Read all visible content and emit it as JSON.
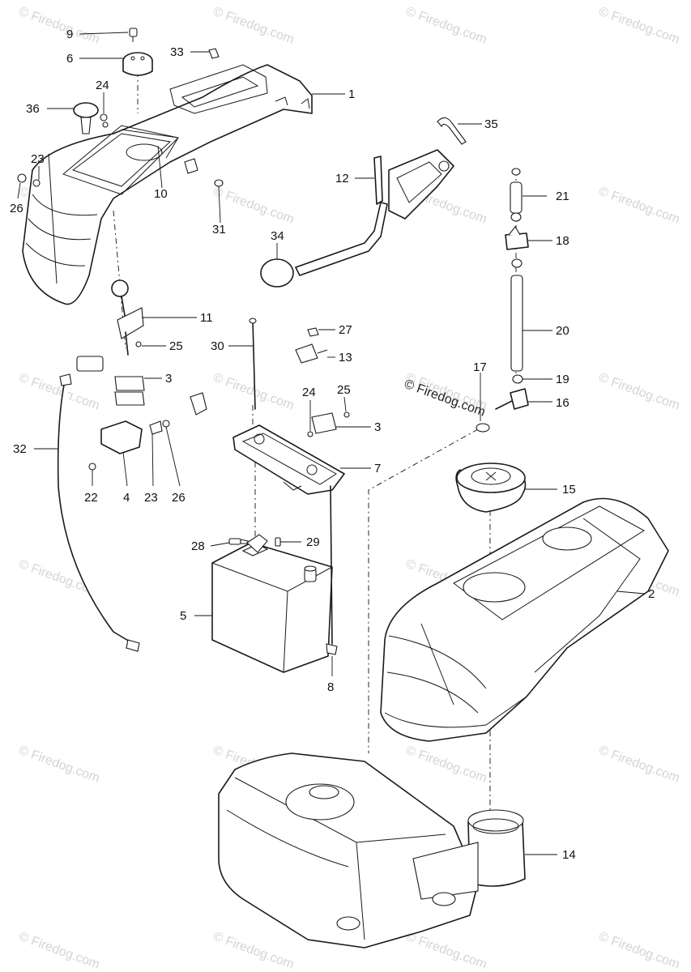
{
  "watermark": {
    "text": "© Firedog.com",
    "color": "#d4d4d4",
    "dark_text": "© Firedog.com"
  },
  "callouts": [
    "1",
    "2",
    "3",
    "3",
    "4",
    "5",
    "6",
    "7",
    "8",
    "9",
    "10",
    "11",
    "12",
    "13",
    "14",
    "15",
    "16",
    "17",
    "18",
    "19",
    "20",
    "21",
    "22",
    "23",
    "23",
    "24",
    "24",
    "25",
    "25",
    "26",
    "26",
    "27",
    "28",
    "29",
    "30",
    "31",
    "32",
    "33",
    "34",
    "35",
    "36"
  ]
}
